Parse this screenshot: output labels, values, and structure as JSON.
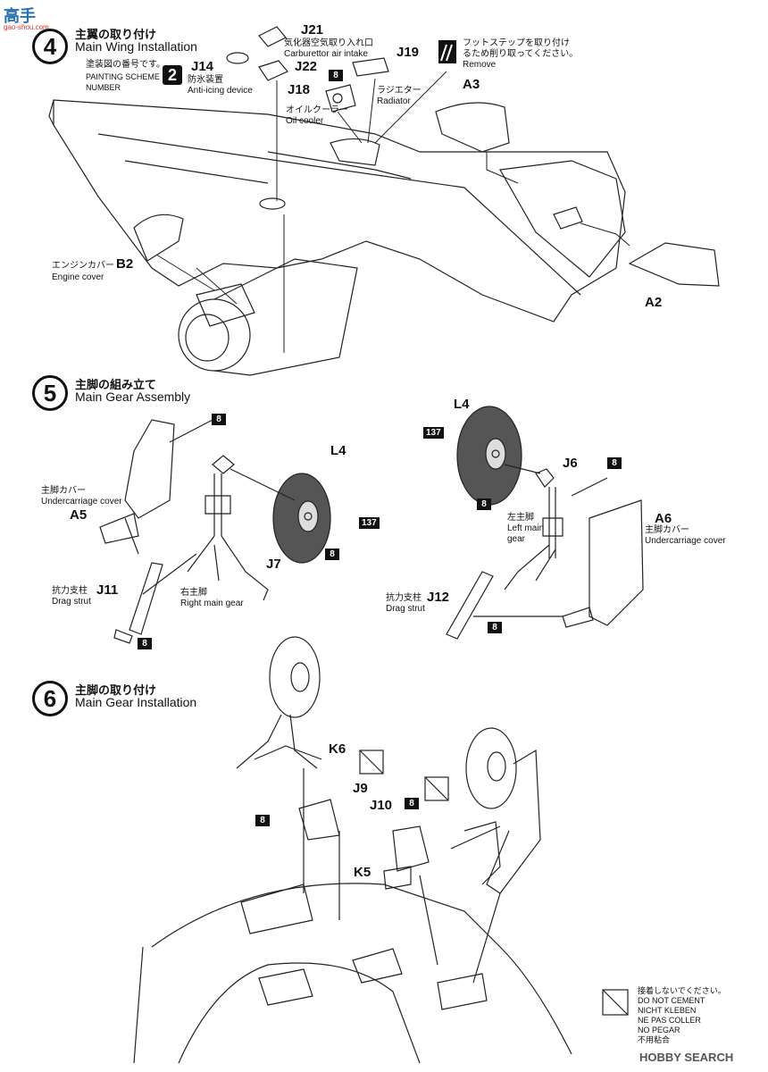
{
  "watermark_top": {
    "logo": "高手",
    "url": "gao-shou.com"
  },
  "step4": {
    "num": "4",
    "title_jp": "主翼の取り付け",
    "title_en": "Main Wing Installation"
  },
  "step5": {
    "num": "5",
    "title_jp": "主脚の組み立て",
    "title_en": "Main Gear Assembly"
  },
  "step6": {
    "num": "6",
    "title_jp": "主脚の取り付け",
    "title_en": "Main Gear Installation"
  },
  "painting_scheme": {
    "jp": "塗装図の番号です。",
    "en_1": "PAINTING  SCHEME",
    "en_2": "NUMBER",
    "number": "2"
  },
  "s4": {
    "j14": "J14",
    "j14_jp": "防氷装置",
    "j14_en": "Anti-icing device",
    "j21": "J21",
    "j21_jp": "気化器空気取り入れ口",
    "j21_en": "Carburettor air intake",
    "j22": "J22",
    "j18": "J18",
    "j18_jp": "オイルクーラー",
    "j18_en": "Oil cooler",
    "j19": "J19",
    "radiator_jp": "ラジエター",
    "radiator_en": "Radiator",
    "remove_jp_1": "フットステップを取り付け",
    "remove_jp_2": "るため削り取ってください。",
    "remove_en": "Remove",
    "paint8": "8",
    "a3": "A3",
    "a2": "A2",
    "b2": "B2",
    "b2_jp": "エンジンカバー",
    "b2_en": "Engine cover"
  },
  "s5": {
    "paint8": "8",
    "paint137": "137",
    "l4_right": "L4",
    "l4_left": "L4",
    "a5": "A5",
    "a5_jp": "主脚カバー",
    "a5_en": "Undercarriage cover",
    "j7": "J7",
    "right_gear_jp": "右主脚",
    "right_gear_en": "Right main gear",
    "j11": "J11",
    "j11_jp": "抗力支柱",
    "j11_en": "Drag strut",
    "j6": "J6",
    "a6": "A6",
    "a6_jp": "主脚カバー",
    "a6_en": "Undercarriage cover",
    "left_gear_jp": "左主脚",
    "left_gear_en_1": "Left main",
    "left_gear_en_2": "gear",
    "j12": "J12",
    "j12_jp": "抗力支柱",
    "j12_en": "Drag strut"
  },
  "s6": {
    "k6": "K6",
    "j9": "J9",
    "j10": "J10",
    "k5": "K5",
    "paint8": "8"
  },
  "no_cement": [
    "接着しないでください。",
    "DO  NOT  CEMENT",
    "NICHT  KLEBEN",
    "NE  PAS  COLLER",
    "NO  PEGAR",
    "不用粘合"
  ],
  "watermark_bottom": "HOBBY SEARCH"
}
